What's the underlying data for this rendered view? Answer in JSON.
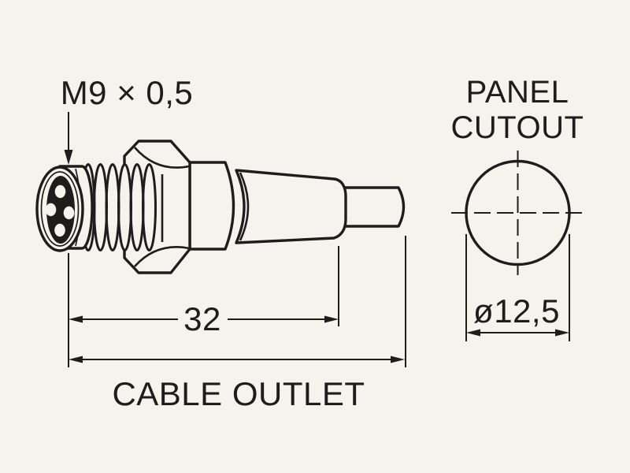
{
  "diagram": {
    "thread_label": "M9 × 0,5",
    "side_view": {
      "length_dimension": "32",
      "caption": "CABLE OUTLET"
    },
    "panel_cutout": {
      "title_line1": "PANEL",
      "title_line2": "CUTOUT",
      "diameter_dimension": "ø12,5"
    }
  },
  "colors": {
    "background": "#f4f3ee",
    "line": "#1e1d1b"
  }
}
